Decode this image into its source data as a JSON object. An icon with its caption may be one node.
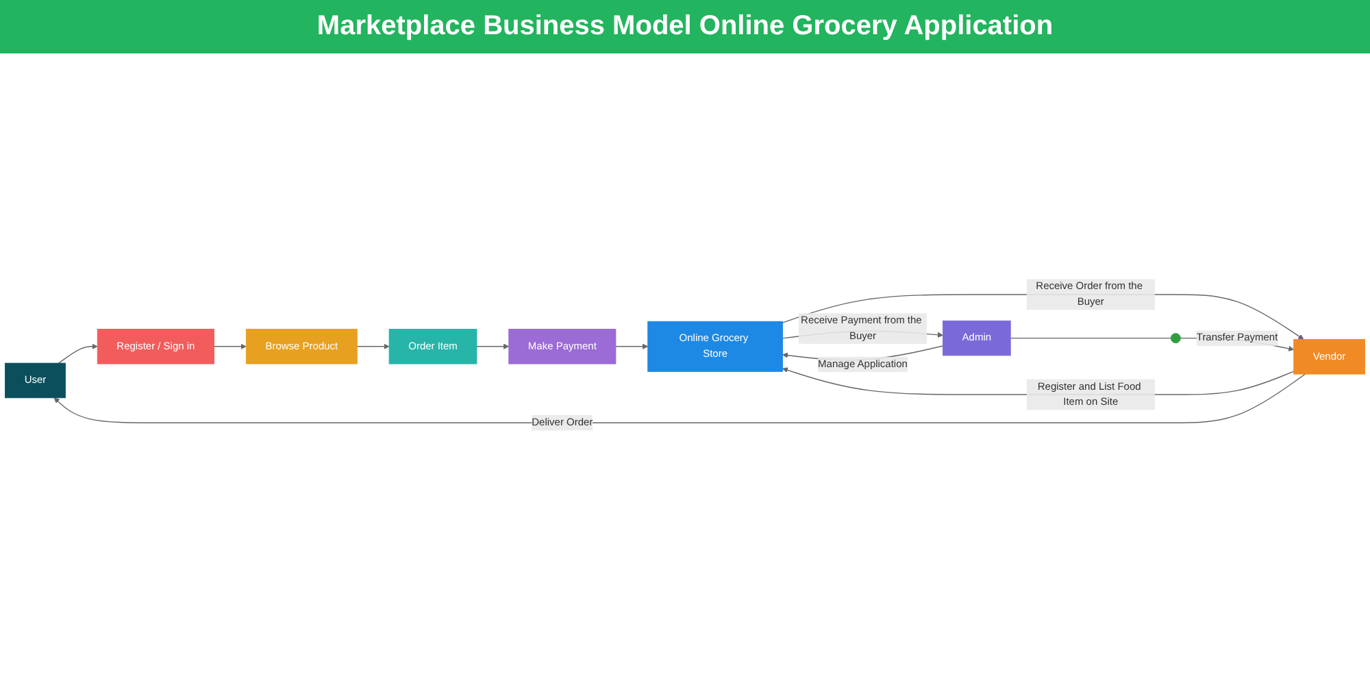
{
  "diagram": {
    "title": "Marketplace Business Model Online Grocery Application",
    "nodes": [
      {
        "text": [
          "User"
        ]
      },
      {
        "text": [
          "Register / Sign in"
        ]
      },
      {
        "text": [
          "Browse Product"
        ]
      },
      {
        "text": [
          "Order Item"
        ]
      },
      {
        "text": [
          "Make Payment"
        ]
      },
      {
        "text": [
          "Online Grocery Store"
        ]
      },
      {
        "text": [
          "Vendor"
        ]
      },
      {
        "text": [
          "Admin"
        ]
      },
      {
        "text": [],
        "shape": "circle"
      }
    ],
    "edges": [
      {
        "from": 0,
        "to": 1,
        "arrow": "to"
      },
      {
        "from": 1,
        "to": 2,
        "arrow": "to"
      },
      {
        "from": 2,
        "to": 3,
        "arrow": "to"
      },
      {
        "from": 3,
        "to": 4,
        "arrow": "to"
      },
      {
        "from": 4,
        "to": 5,
        "arrow": "to"
      },
      {
        "from": 5,
        "to": 6,
        "arrow": "to",
        "label": "Receive Order from the Buyer"
      },
      {
        "from": 6,
        "to": 5,
        "arrow": "to",
        "label": "Register and List Food Item on Site"
      },
      {
        "from": 7,
        "to": 5,
        "arrow": "to",
        "label": "Manage Application"
      },
      {
        "from": 5,
        "to": 7,
        "arrow": "to",
        "label": "Receive Payment from the Buyer"
      },
      {
        "from": 6,
        "to": 0,
        "arrow": "to",
        "label": "Deliver Order"
      },
      {
        "from": 7,
        "to": 8,
        "arrow": "none"
      },
      {
        "from": 8,
        "to": 6,
        "arrow": "to",
        "label": "Transfer Payment"
      }
    ]
  }
}
